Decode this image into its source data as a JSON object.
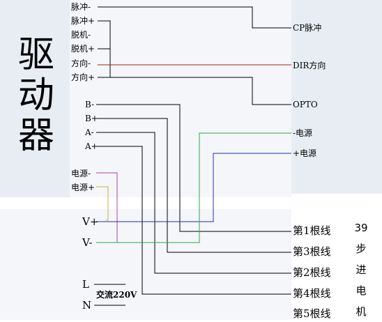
{
  "driver": {
    "title_chars": [
      "驱",
      "动",
      "器"
    ],
    "pins_top": [
      "脉冲-",
      "脉冲+",
      "脱机-",
      "脱机+",
      "方向-",
      "方向+"
    ],
    "pins_phase": [
      "B-",
      "B+",
      "A-",
      "A+"
    ],
    "pins_power": [
      "电源-",
      "电源+"
    ],
    "pins_v": [
      "V+",
      "V-"
    ],
    "pins_ac": [
      "L",
      "N"
    ],
    "ac_label": "交流220V"
  },
  "controller": {
    "signals": [
      "CP脉冲",
      "DIR方向",
      "OPTO"
    ],
    "power": [
      "-电源",
      "+电源"
    ]
  },
  "motor": {
    "leads": [
      "第1根线",
      "第3根线",
      "第2根线",
      "第4根线",
      "第5根线"
    ],
    "title_chars": [
      "39",
      "步",
      "进",
      "电",
      "机"
    ]
  },
  "colors": {
    "wire": "#000000",
    "dir_wire": "#aa2020",
    "power_neg_wire": "#2aa84a",
    "power_pos_wire": "#2b2bb0",
    "vplus_wire": "#2b2bb0",
    "vminus_wire": "#2aa84a",
    "psu_minus_wire": "#b040b0",
    "psu_plus_wire": "#c8b040"
  }
}
